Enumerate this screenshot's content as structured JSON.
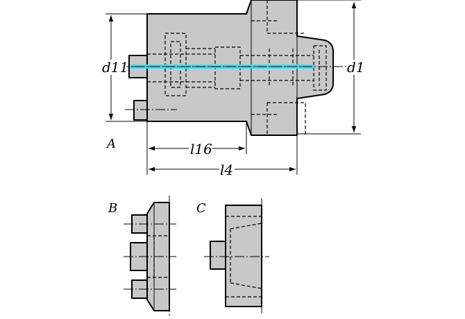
{
  "labels": {
    "d11": "d11",
    "d1": "d1",
    "l16": "l16",
    "l4": "l4",
    "view_a": "A",
    "view_b": "B",
    "view_c": "C"
  },
  "colors": {
    "body_fill": "#c8c8c8",
    "coolant_channel": "#3fe0ee",
    "line": "#000000"
  }
}
